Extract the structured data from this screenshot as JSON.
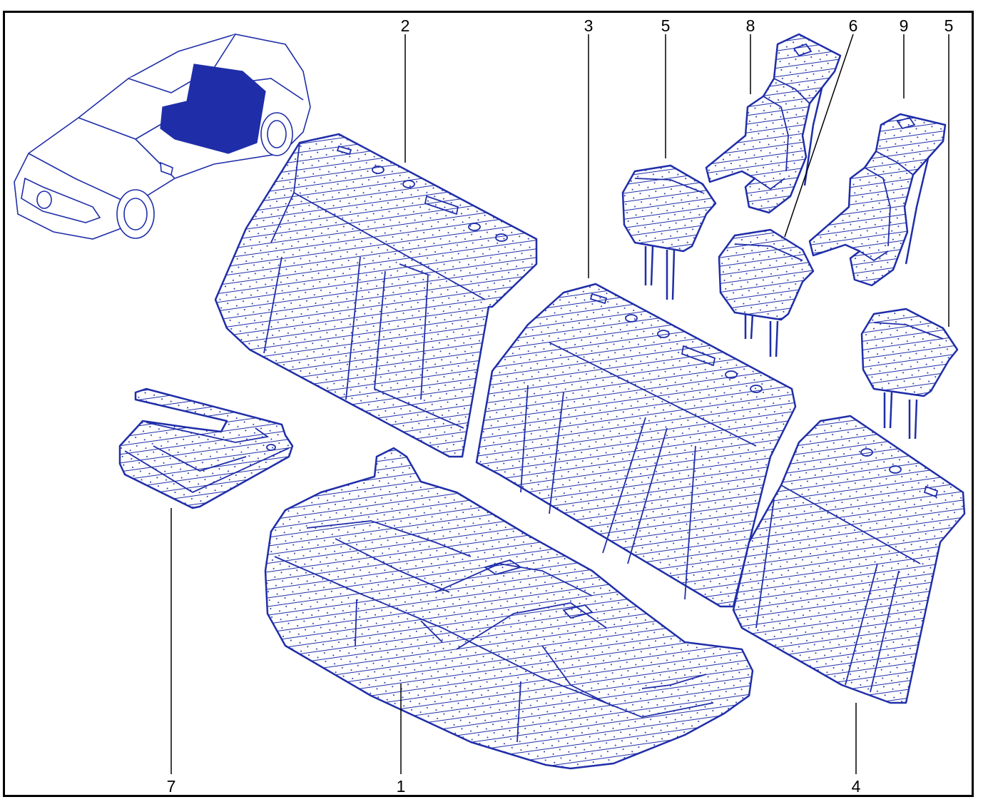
{
  "colors": {
    "line": "#1f2ea8",
    "frame": "#000000",
    "background": "#ffffff"
  },
  "callouts": [
    {
      "id": "1",
      "label": "1"
    },
    {
      "id": "2",
      "label": "2"
    },
    {
      "id": "3",
      "label": "3"
    },
    {
      "id": "4",
      "label": "4"
    },
    {
      "id": "5a",
      "label": "5"
    },
    {
      "id": "5b",
      "label": "5"
    },
    {
      "id": "6",
      "label": "6"
    },
    {
      "id": "7",
      "label": "7"
    },
    {
      "id": "8",
      "label": "8"
    },
    {
      "id": "9",
      "label": "9"
    }
  ],
  "icons": [
    "car-location-icon",
    "armrest-icon",
    "headrest-icon",
    "seat-cushion-icon",
    "seat-back-icon",
    "seat-trim-icon"
  ]
}
